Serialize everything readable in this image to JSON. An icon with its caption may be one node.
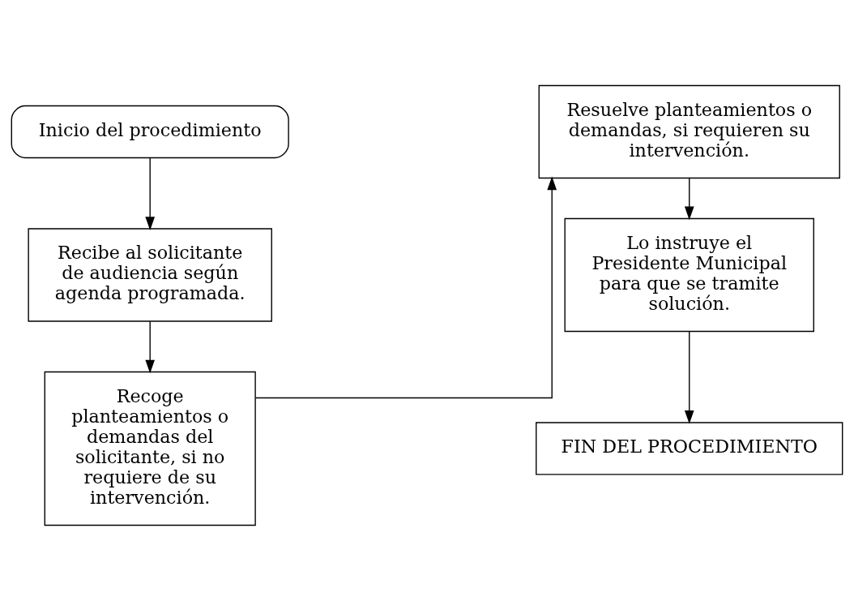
{
  "diagram": {
    "nodes": [
      {
        "text": [
          "Inicio del procedimiento"
        ]
      },
      {
        "text": [
          "Recibe al solicitante de audiencia según agenda programada."
        ]
      },
      {
        "text": [
          "Recoge planteamientos o demandas del solicitante, si no requiere de su intervención."
        ]
      },
      {
        "text": [
          "Resuelve planteamientos o demandas, si requieren su intervención."
        ]
      },
      {
        "text": [
          "Lo instruye el Presidente Municipal para que se tramite solución."
        ]
      },
      {
        "text": [
          "FIN DEL PROCEDIMIENTO"
        ]
      }
    ],
    "edges": [
      {
        "from": 0,
        "to": 1,
        "arrow": "to"
      },
      {
        "from": 1,
        "to": 2,
        "arrow": "to"
      },
      {
        "from": 2,
        "to": 3,
        "arrow": "to"
      },
      {
        "from": 3,
        "to": 4,
        "arrow": "to"
      },
      {
        "from": 4,
        "to": 5,
        "arrow": "to"
      }
    ]
  }
}
